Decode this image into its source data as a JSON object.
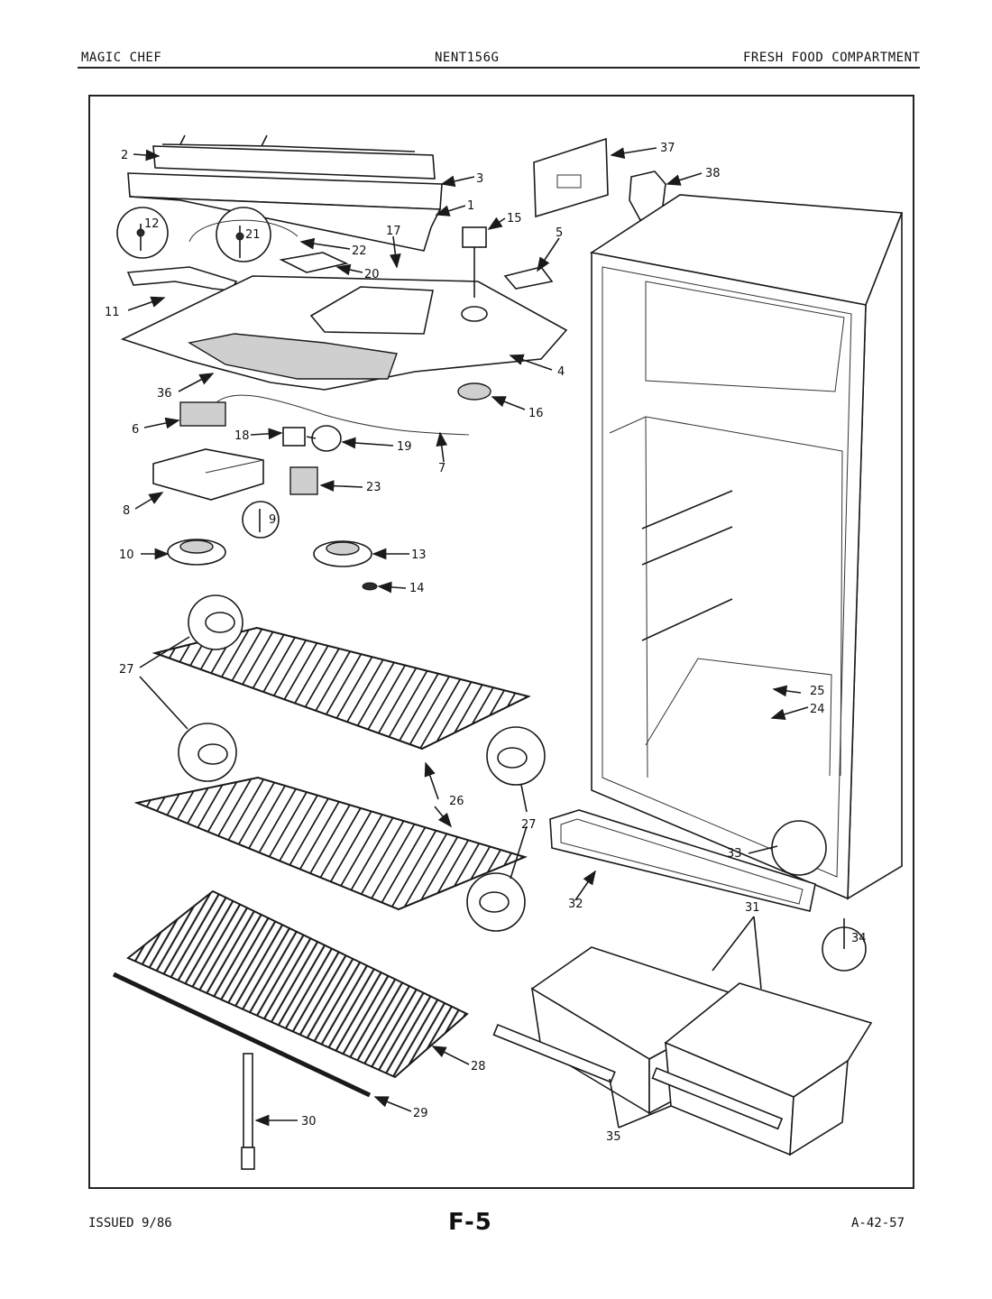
{
  "header": {
    "brand": "MAGIC CHEF",
    "model": "NENT156G",
    "section": "FRESH FOOD COMPARTMENT"
  },
  "footer": {
    "issued": "ISSUED 9/86",
    "page": "F-5",
    "ref": "A-42-57"
  },
  "callouts": {
    "c1": "1",
    "c2": "2",
    "c3": "3",
    "c4": "4",
    "c5": "5",
    "c6": "6",
    "c7": "7",
    "c8": "8",
    "c9": "9",
    "c10": "10",
    "c11": "11",
    "c12": "12",
    "c13": "13",
    "c14": "14",
    "c15": "15",
    "c16": "16",
    "c17": "17",
    "c18": "18",
    "c19": "19",
    "c20": "20",
    "c21": "21",
    "c22": "22",
    "c23": "23",
    "c24": "24",
    "c25": "25",
    "c26": "26",
    "c27a": "27",
    "c27b": "27",
    "c28": "28",
    "c29": "29",
    "c30": "30",
    "c31": "31",
    "c32": "32",
    "c33": "33",
    "c34": "34",
    "c35": "35",
    "c36": "36",
    "c37": "37",
    "c38": "38"
  }
}
